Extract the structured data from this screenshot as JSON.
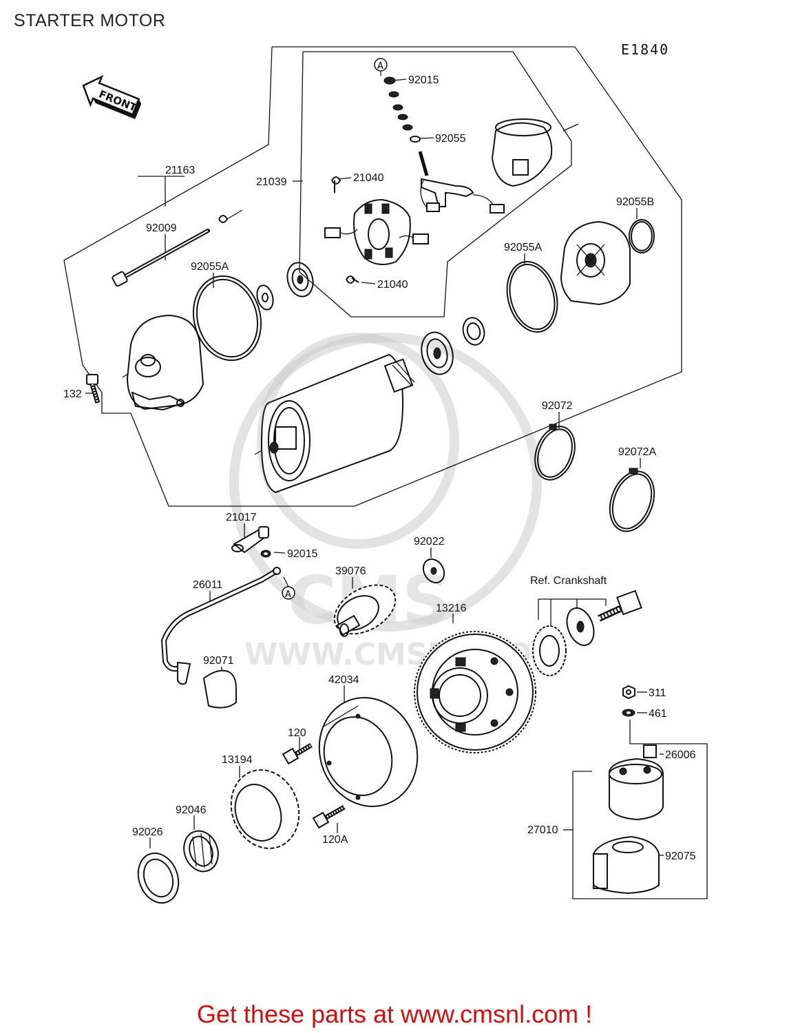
{
  "title": "STARTER MOTOR",
  "drawing_code": "E1840",
  "front_label": "FRONT",
  "ref_label": "Ref. Crankshaft",
  "marker_label": "A",
  "watermark": {
    "logo": "CMS",
    "url": "WWW.CMSNL.COM"
  },
  "promo_text": "Get these parts at www.cmsnl.com !",
  "callouts": {
    "c21163": "21163",
    "c92009": "92009",
    "c92055a_left": "92055A",
    "c132": "132",
    "c21039": "21039",
    "c92015_top": "92015",
    "c92055": "92055",
    "c21040_top": "21040",
    "c21040_bottom": "21040",
    "c92055b": "92055B",
    "c92055a_right": "92055A",
    "c92072": "92072",
    "c92072a": "92072A",
    "c21017": "21017",
    "c92015_mid": "92015",
    "c92022": "92022",
    "c39076": "39076",
    "c26011": "26011",
    "c13216": "13216",
    "c92071": "92071",
    "c42034": "42034",
    "c311": "311",
    "c461": "461",
    "c26006": "26006",
    "c120": "120",
    "c13194": "13194",
    "c92046": "92046",
    "c92026": "92026",
    "c120a": "120A",
    "c27010": "27010",
    "c92075": "92075"
  }
}
